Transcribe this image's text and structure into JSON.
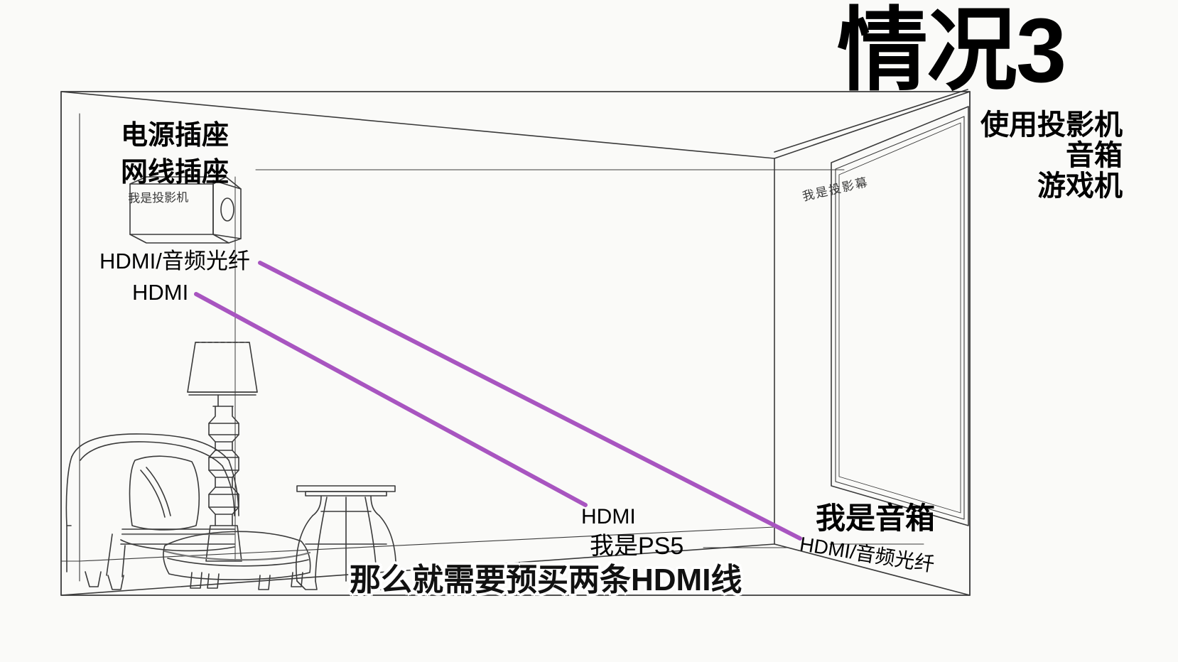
{
  "title": "情况3",
  "right_stack": [
    {
      "label": "使用投影机"
    },
    {
      "label": "音箱"
    },
    {
      "label": "游戏机"
    }
  ],
  "left_labels": {
    "power_socket": "电源插座",
    "lan_socket": "网线插座",
    "cable_hdmi_optical": "HDMI/音频光纤",
    "cable_hdmi": "HDMI"
  },
  "devices": {
    "projector_text": "我是投影机",
    "screen_text": "我是投影幕",
    "ps5_cable": "HDMI",
    "ps5_name": "我是PS5",
    "speaker_name": "我是音箱",
    "speaker_cable": "HDMI/音频光纤"
  },
  "caption": "那么就需要预买两条HDMI线",
  "colors": {
    "background": "#FAFAF8",
    "line": "#3a3a3a",
    "cable_purple": "#A855C0",
    "text": "#000000"
  }
}
